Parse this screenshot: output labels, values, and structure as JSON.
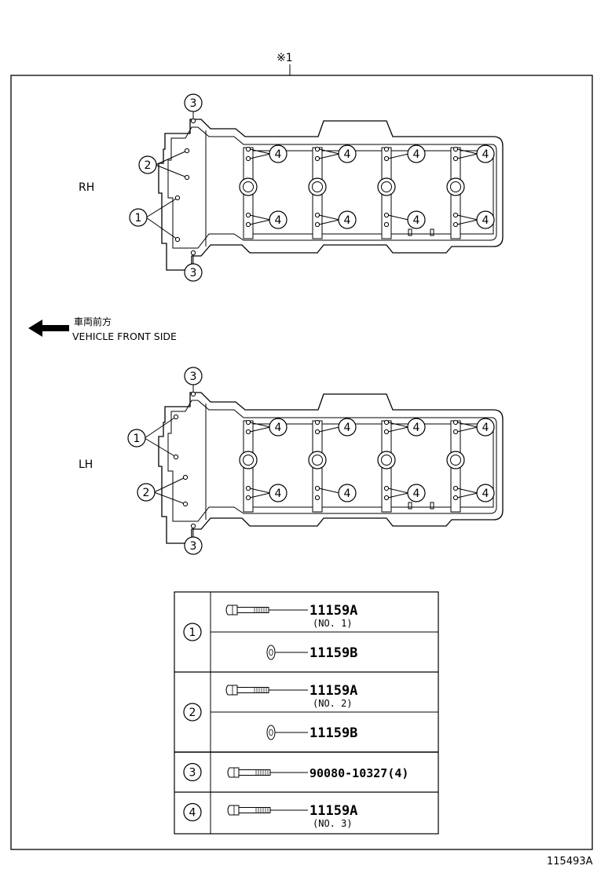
{
  "header": {
    "ref_mark": "※1"
  },
  "sides": {
    "rh": "RH",
    "lh": "LH"
  },
  "front_indicator": {
    "jp": "車両前方",
    "en": "VEHICLE FRONT SIDE",
    "icon": "arrow-left-icon"
  },
  "callouts": [
    "1",
    "2",
    "3",
    "4"
  ],
  "parts_table": {
    "rows": [
      {
        "callout": "1",
        "items": [
          {
            "icon": "bolt-icon",
            "part": "11159A",
            "note": "(NO. 1)"
          },
          {
            "icon": "washer-icon",
            "part": "11159B",
            "note": ""
          }
        ]
      },
      {
        "callout": "2",
        "items": [
          {
            "icon": "bolt-icon",
            "part": "11159A",
            "note": "(NO. 2)"
          },
          {
            "icon": "washer-icon",
            "part": "11159B",
            "note": ""
          }
        ]
      },
      {
        "callout": "3",
        "items": [
          {
            "icon": "bolt-icon",
            "part": "90080-10327(4)",
            "note": ""
          }
        ]
      },
      {
        "callout": "4",
        "items": [
          {
            "icon": "bolt-icon",
            "part": "11159A",
            "note": "(NO. 3)"
          }
        ]
      }
    ]
  },
  "footer": {
    "figure_id": "115493A"
  }
}
